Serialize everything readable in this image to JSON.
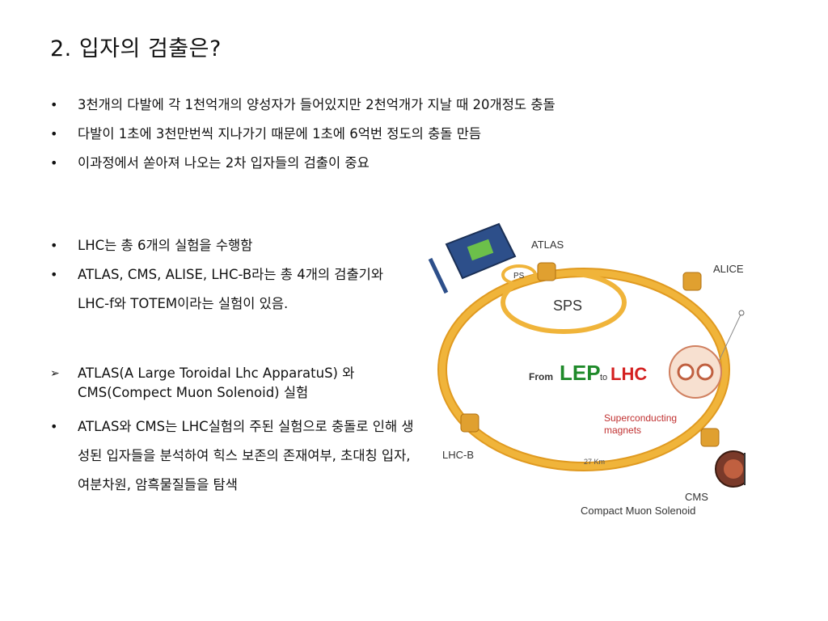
{
  "title": "2. 입자의 검출은?",
  "bullets1": [
    "3천개의 다발에 각 1천억개의 양성자가 들어있지만 2천억개가 지날 때 20개정도 충돌",
    "다발이 1초에 3천만번씩 지나가기 때문에 1초에 6억번 정도의 충돌 만듬",
    "이과정에서 쏟아져 나오는 2차 입자들의 검출이 중요"
  ],
  "bullets2": [
    "LHC는 총 6개의 실험을 수행함",
    "ATLAS, CMS, ALISE, LHC-B라는 총 4개의 검출기와 LHC-f와 TOTEM이라는 실험이 있음."
  ],
  "arrow_item": "ATLAS(A Large Toroidal Lhc ApparatuS) 와 CMS(Compect Muon Solenoid)  실험",
  "bullets4": [
    "ATLAS와 CMS는 LHC실험의 주된 실험으로 충돌로 인해 생성된 입자들을 분석하여 힉스 보존의 존재여부, 초대칭 입자, 여분차원, 암흑물질들을 탐색"
  ],
  "figure": {
    "atlas": "ATLAS",
    "alice": "ALICE",
    "ps": "PS",
    "sps": "SPS",
    "from": "From",
    "lep": "LEP",
    "to": "to",
    "lhc": "LHC",
    "sc_line1": "Superconducting",
    "sc_line2": "magnets",
    "lhcb": "LHC-B",
    "km": "27 Km",
    "cms": "CMS",
    "cms_full": "Compact Muon Solenoid",
    "colors": {
      "ring": "#f0b43a",
      "lep": "#1f8a2a",
      "lhc": "#d42020",
      "superconducting": "#c03030"
    }
  }
}
